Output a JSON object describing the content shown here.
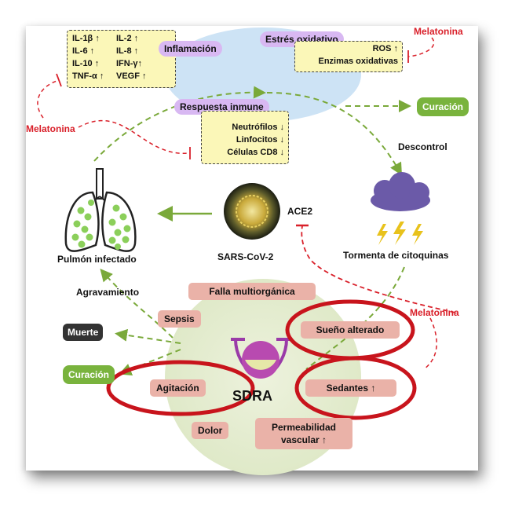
{
  "inflammation": {
    "title": "Inflamación",
    "markers": [
      [
        "IL-1β ↑",
        "IL-2 ↑"
      ],
      [
        "IL-6 ↑",
        "IL-8 ↑"
      ],
      [
        "IL-10 ↑",
        "IFN-γ↑"
      ],
      [
        "TNF-α ↑",
        "VEGF ↑"
      ]
    ]
  },
  "oxidative": {
    "title": "Estrés oxidativo",
    "lines": [
      "ROS ↑",
      "Enzimas oxidativas"
    ]
  },
  "immune": {
    "title": "Respuesta inmune",
    "lines": [
      "Neutrófilos ↓",
      "Linfocitos ↓",
      "Células CD8 ↓"
    ]
  },
  "labels": {
    "melatonin_top": "Melatonina",
    "melatonin_left": "Melatonina",
    "melatonin_right": "Melatonina",
    "cure_top": "Curación",
    "cure_bottom": "Curación",
    "descontrol": "Descontrol",
    "ace2": "ACE2",
    "sars": "SARS-CoV-2",
    "lung": "Pulmón infectado",
    "storm": "Tormenta de citoquinas",
    "aggravation": "Agravamiento",
    "death": "Muerte",
    "sdra": "SDRA"
  },
  "complications": {
    "multiorgan": "Falla multiorgánica",
    "sepsis": "Sepsis",
    "sleep": "Sueño alterado",
    "agitation": "Agitación",
    "sedatives": "Sedantes  ↑",
    "pain": "Dolor",
    "permeability_1": "Permeabilidad",
    "permeability_2": "vascular  ↑"
  },
  "colors": {
    "green_arrow": "#7aa93a",
    "red_dashed": "#d9202a",
    "highlight_ellipse": "#c8141c",
    "blue_blob": "#cde3f5",
    "sdra_circle": "#e4ecd2",
    "cloud": "#6b5aa8",
    "lightning": "#e8c21c"
  }
}
